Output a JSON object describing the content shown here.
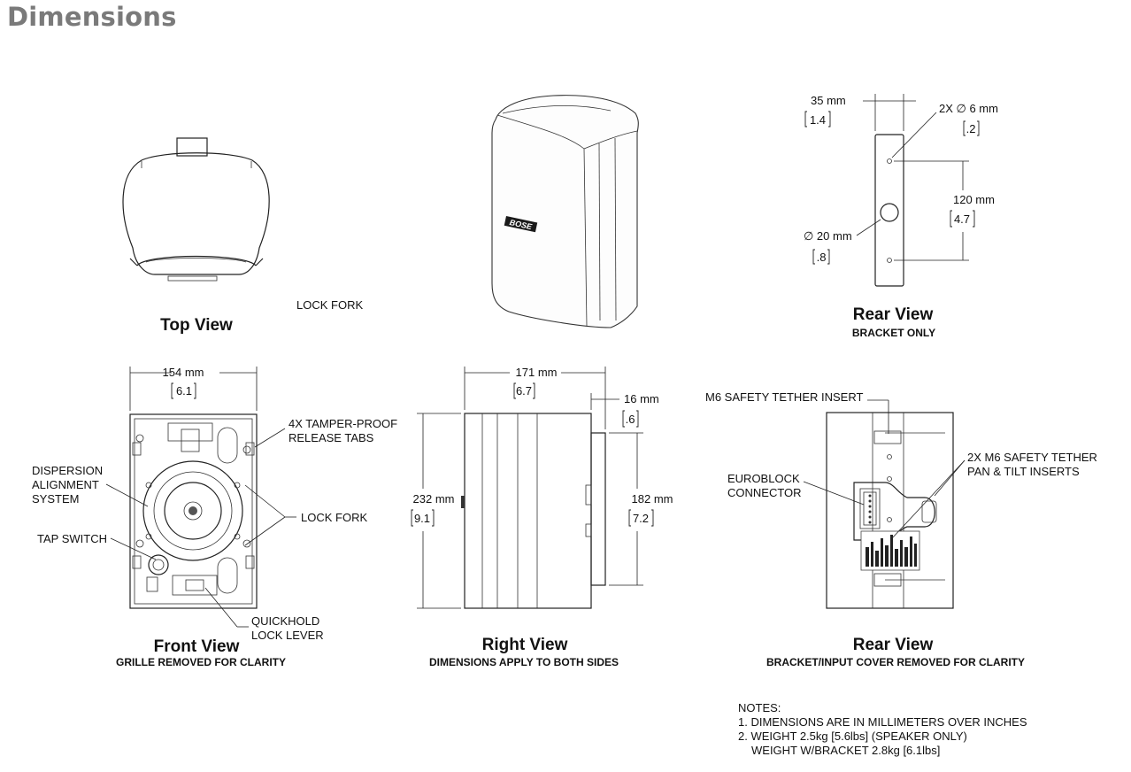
{
  "page": {
    "title": "Dimensions"
  },
  "top_view": {
    "title": "Top View",
    "lock_fork_label": "LOCK FORK"
  },
  "rear_bracket": {
    "title": "Rear View",
    "subtitle": "BRACKET ONLY",
    "width_mm": "35 mm",
    "width_in": "1.4",
    "hole_mm": "2X ∅ 6 mm",
    "hole_in": ".2",
    "spacing_mm": "120 mm",
    "spacing_in": "4.7",
    "center_hole_mm": "∅ 20 mm",
    "center_hole_in": ".8"
  },
  "front_view": {
    "title": "Front View",
    "subtitle": "GRILLE REMOVED FOR CLARITY",
    "width_mm": "154 mm",
    "width_in": "6.1",
    "callouts": {
      "tamper_1": "4X TAMPER-PROOF",
      "tamper_2": "RELEASE TABS",
      "dispersion_1": "DISPERSION",
      "dispersion_2": "ALIGNMENT",
      "dispersion_3": "SYSTEM",
      "tap_switch": "TAP SWITCH",
      "lock_fork": "LOCK FORK",
      "quickhold_1": "QUICKHOLD",
      "quickhold_2": "LOCK LEVER"
    }
  },
  "right_view": {
    "title": "Right View",
    "subtitle": "DIMENSIONS APPLY TO BOTH SIDES",
    "width_mm": "171 mm",
    "width_in": "6.7",
    "offset_mm": "16 mm",
    "offset_in": ".6",
    "height_mm": "232 mm",
    "height_in": "9.1",
    "inner_mm": "182 mm",
    "inner_in": "7.2"
  },
  "rear_view": {
    "title": "Rear View",
    "subtitle": "BRACKET/INPUT COVER REMOVED FOR CLARITY",
    "callouts": {
      "m6_tether": "M6 SAFETY TETHER INSERT",
      "euroblock_1": "EUROBLOCK",
      "euroblock_2": "CONNECTOR",
      "pan_tilt_1": "2X M6 SAFETY TETHER",
      "pan_tilt_2": "PAN & TILT INSERTS"
    }
  },
  "product": {
    "logo_text": "BOSE"
  },
  "notes": {
    "heading": "NOTES:",
    "line1": "1. DIMENSIONS ARE IN MILLIMETERS OVER INCHES",
    "line2": "2. WEIGHT 2.5kg [5.6lbs] (SPEAKER ONLY)",
    "line3": "WEIGHT W/BRACKET 2.8kg [6.1lbs]"
  }
}
